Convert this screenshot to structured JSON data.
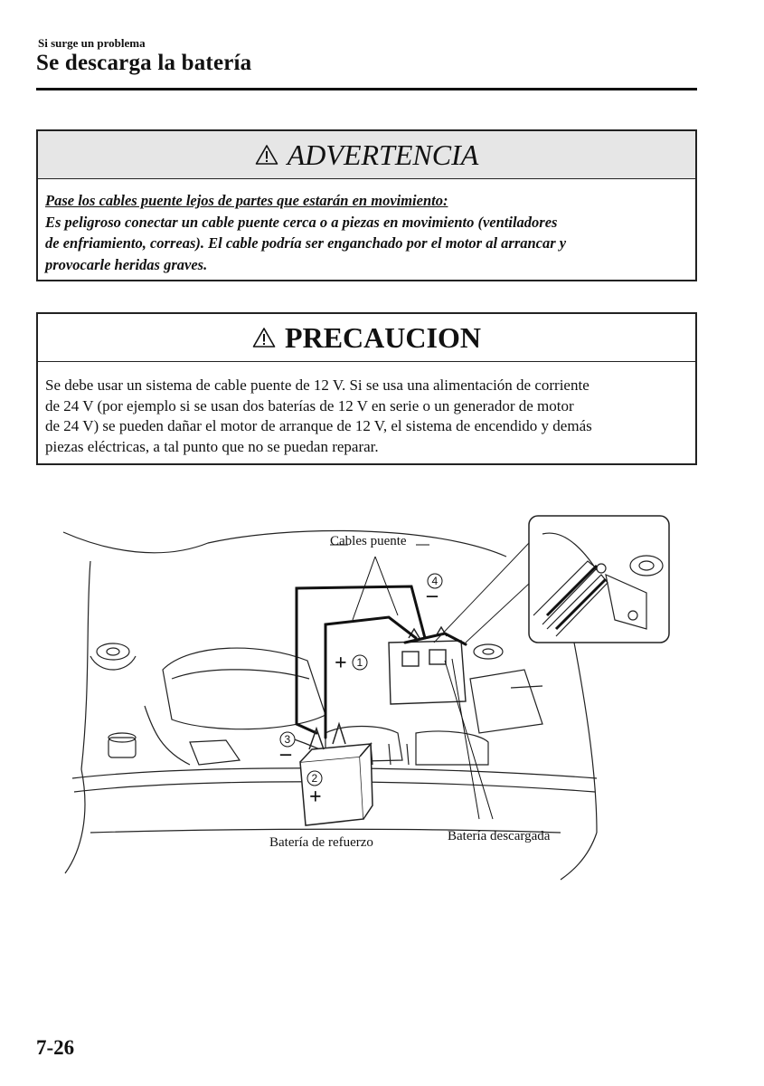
{
  "header": {
    "section": "Si surge un problema",
    "title": "Se descarga la batería"
  },
  "warning": {
    "heading": "ADVERTENCIA",
    "icon": "warning-triangle-icon",
    "subheading": "Pase los cables puente lejos de partes que estarán en movimiento:",
    "lines": [
      "Es peligroso conectar un cable puente cerca o a piezas en movimiento (ventiladores",
      "de enfriamiento, correas). El cable podría ser enganchado por el motor al arrancar y",
      "provocarle heridas graves."
    ]
  },
  "caution": {
    "heading": "PRECAUCION",
    "icon": "warning-triangle-icon",
    "lines": [
      "Se debe usar un sistema de cable puente de 12 V. Si se usa una alimentación de corriente",
      "de 24 V (por ejemplo si se usan dos baterías de 12 V en serie o un generador de motor",
      "de 24 V) se pueden dañar el motor de arranque de 12 V, el sistema de encendido y demás",
      "piezas eléctricas, a tal punto que no se puedan reparar."
    ]
  },
  "diagram": {
    "labels": {
      "cables": "Cables puente",
      "booster": "Batería de refuerzo",
      "discharged": "Batería descargada"
    },
    "markers": {
      "one": "1",
      "two": "2",
      "three": "3",
      "four": "4",
      "plus": "+",
      "minus": "–"
    }
  },
  "footer": {
    "page_number": "7-26"
  }
}
